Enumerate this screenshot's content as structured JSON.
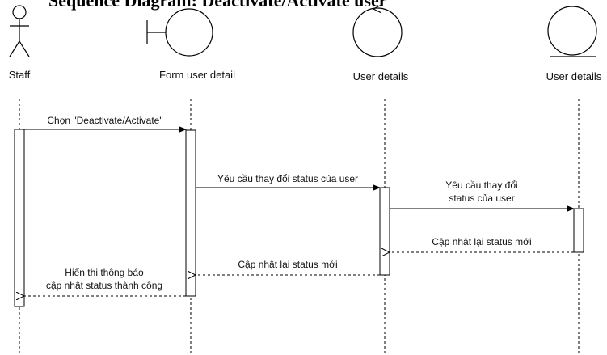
{
  "header": {
    "clipped_title": "Sequence Diagram: Deactivate/Activate user"
  },
  "participants": [
    {
      "id": "staff",
      "kind": "actor",
      "label": "Staff"
    },
    {
      "id": "form",
      "kind": "boundary",
      "label": "Form user detail"
    },
    {
      "id": "control",
      "kind": "control",
      "label": "User details"
    },
    {
      "id": "entity",
      "kind": "entity",
      "label": "User details"
    }
  ],
  "messages": [
    {
      "from": "staff",
      "to": "form",
      "style": "sync",
      "lines": [
        "Chọn \"Deactivate/Activate\""
      ]
    },
    {
      "from": "form",
      "to": "control",
      "style": "sync",
      "lines": [
        "Yêu cầu thay đổi status của user"
      ]
    },
    {
      "from": "control",
      "to": "entity",
      "style": "sync",
      "lines": [
        "Yêu cầu thay đổi",
        "status của user"
      ]
    },
    {
      "from": "entity",
      "to": "control",
      "style": "return",
      "lines": [
        "Cập nhật lại status mới"
      ]
    },
    {
      "from": "control",
      "to": "form",
      "style": "return",
      "lines": [
        "Cập nhật lại status mới"
      ]
    },
    {
      "from": "form",
      "to": "staff",
      "style": "return",
      "lines": [
        "Hiển thị thông báo",
        "cập nhật status thành công"
      ]
    }
  ]
}
